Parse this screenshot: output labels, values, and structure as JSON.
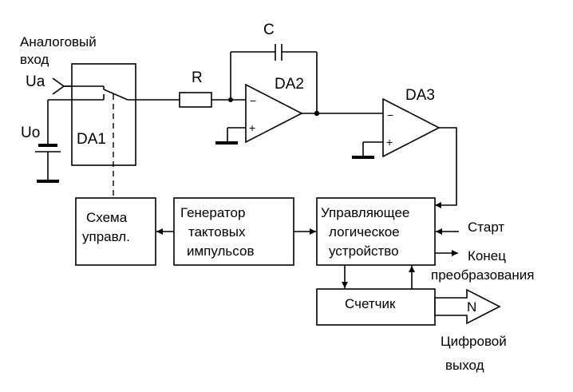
{
  "labels": {
    "analog_input_line1": "Аналоговый",
    "analog_input_line2": "вход",
    "ua": "Ua",
    "uo": "Uo",
    "da1": "DA1",
    "da2": "DA2",
    "da3": "DA3",
    "r": "R",
    "c": "C",
    "minus": "−",
    "plus": "+",
    "control_scheme_line1": "Схема",
    "control_scheme_line2": "управл.",
    "generator_line1": "Генератор",
    "generator_line2": "тактовых",
    "generator_line3": "импульсов",
    "logic_line1": "Управляющее",
    "logic_line2": "логическое",
    "logic_line3": "устройство",
    "start": "Старт",
    "end_line1": "Конец",
    "end_line2": "преобразования",
    "counter": "Счетчик",
    "n": "N",
    "digital_output_line1": "Цифровой",
    "digital_output_line2": "выход"
  }
}
